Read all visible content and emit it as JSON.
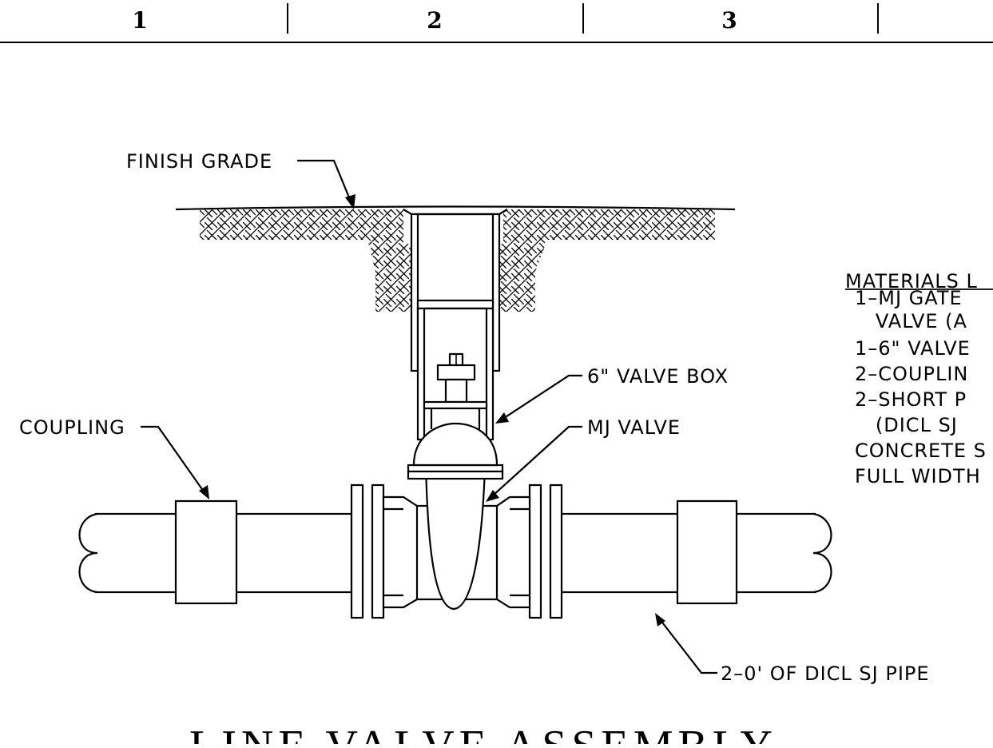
{
  "header": {
    "columns": [
      "1",
      "2",
      "3"
    ]
  },
  "labels": {
    "finish_grade": "FINISH GRADE",
    "valve_box": "6\" VALVE BOX",
    "mj_valve": "MJ VALVE",
    "coupling": "COUPLING",
    "pipe": "2–0' OF DICL SJ PIPE"
  },
  "materials": {
    "heading": "MATERIALS L",
    "lines": [
      "1–MJ GATE",
      "   VALVE (A",
      "1–6\" VALVE",
      "2–COUPLIN",
      "2–SHORT P",
      "   (DICL SJ",
      "CONCRETE S",
      "FULL WIDTH"
    ]
  },
  "title": "LINE VALVE ASSEMBLY"
}
